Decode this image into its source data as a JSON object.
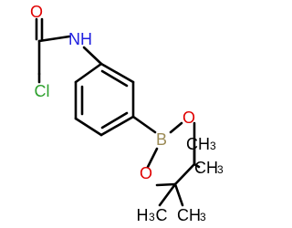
{
  "molecule": {
    "atom_labels": {
      "O_carbonyl": "O",
      "NH": "NH",
      "Cl": "Cl",
      "B": "B",
      "O_ring_1": "O",
      "O_ring_2": "O",
      "CH3_a": "CH",
      "CH3_a_sub": "3",
      "CH3_b": "CH",
      "CH3_b_sub": "3",
      "CH3_c": "H",
      "CH3_c_sub": "3",
      "CH3_c_tail": "C",
      "CH3_d": "CH",
      "CH3_d_sub": "3"
    },
    "colors": {
      "oxygen": "#e00000",
      "nitrogen": "#2020e0",
      "chlorine": "#2ca02c",
      "boron": "#9b8a55",
      "carbon": "#000000"
    }
  }
}
